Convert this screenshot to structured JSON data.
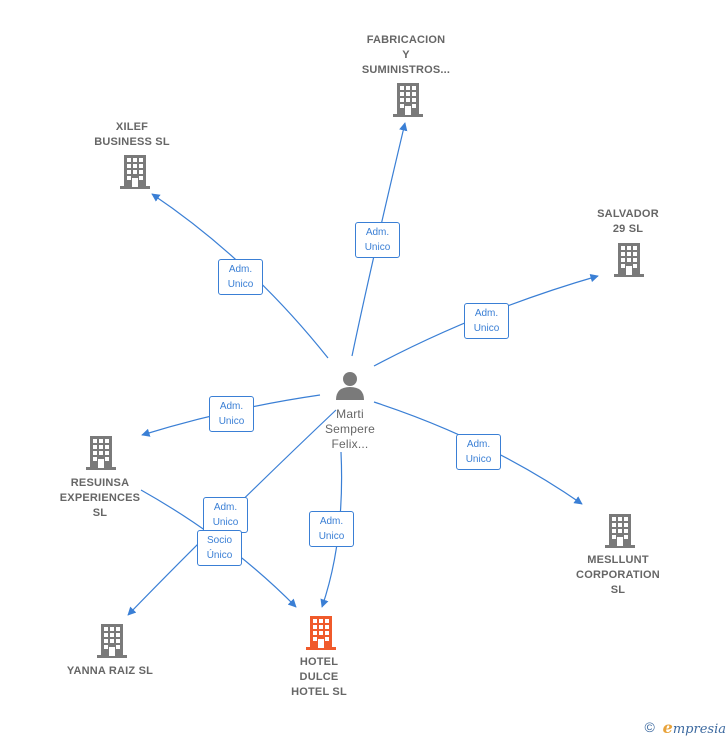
{
  "colors": {
    "edge": "#3a7fd5",
    "building": "#7a7a7a",
    "building_focus": "#f05a2b",
    "person": "#7a7a7a",
    "label": "#666666"
  },
  "person": {
    "label": "Marti\nSempere\nFelix..."
  },
  "companies": [
    {
      "id": "fabricacion",
      "label": "FABRICACION\nY\nSUMINISTROS...",
      "focus": false
    },
    {
      "id": "xilef",
      "label": "XILEF\nBUSINESS  SL",
      "focus": false
    },
    {
      "id": "salvador",
      "label": "SALVADOR\n29 SL",
      "focus": false
    },
    {
      "id": "resuinsa",
      "label": "RESUINSA\nEXPERIENCES\nSL",
      "focus": false
    },
    {
      "id": "meslunt",
      "label": "MESLLUNT\nCORPORATION\nSL",
      "focus": false
    },
    {
      "id": "yanna",
      "label": "YANNA RAIZ SL",
      "focus": false
    },
    {
      "id": "hotel",
      "label": "HOTEL\nDULCE\nHOTEL  SL",
      "focus": true
    }
  ],
  "relations": [
    {
      "from": "person",
      "to": "fabricacion",
      "label": "Adm.\nUnico"
    },
    {
      "from": "person",
      "to": "xilef",
      "label": "Adm.\nUnico"
    },
    {
      "from": "person",
      "to": "salvador",
      "label": "Adm.\nUnico"
    },
    {
      "from": "person",
      "to": "resuinsa",
      "label": "Adm.\nUnico"
    },
    {
      "from": "person",
      "to": "meslunt",
      "label": "Adm.\nUnico"
    },
    {
      "from": "person",
      "to": "yanna",
      "label": "Adm.\nUnico"
    },
    {
      "from": "person",
      "to": "hotel",
      "label": "Adm.\nUnico"
    },
    {
      "from": "resuinsa",
      "to": "hotel",
      "label": "Socio\nÚnico"
    }
  ],
  "footer": {
    "copyright": "©",
    "brand_initial": "e",
    "brand_rest": "mpresia"
  }
}
